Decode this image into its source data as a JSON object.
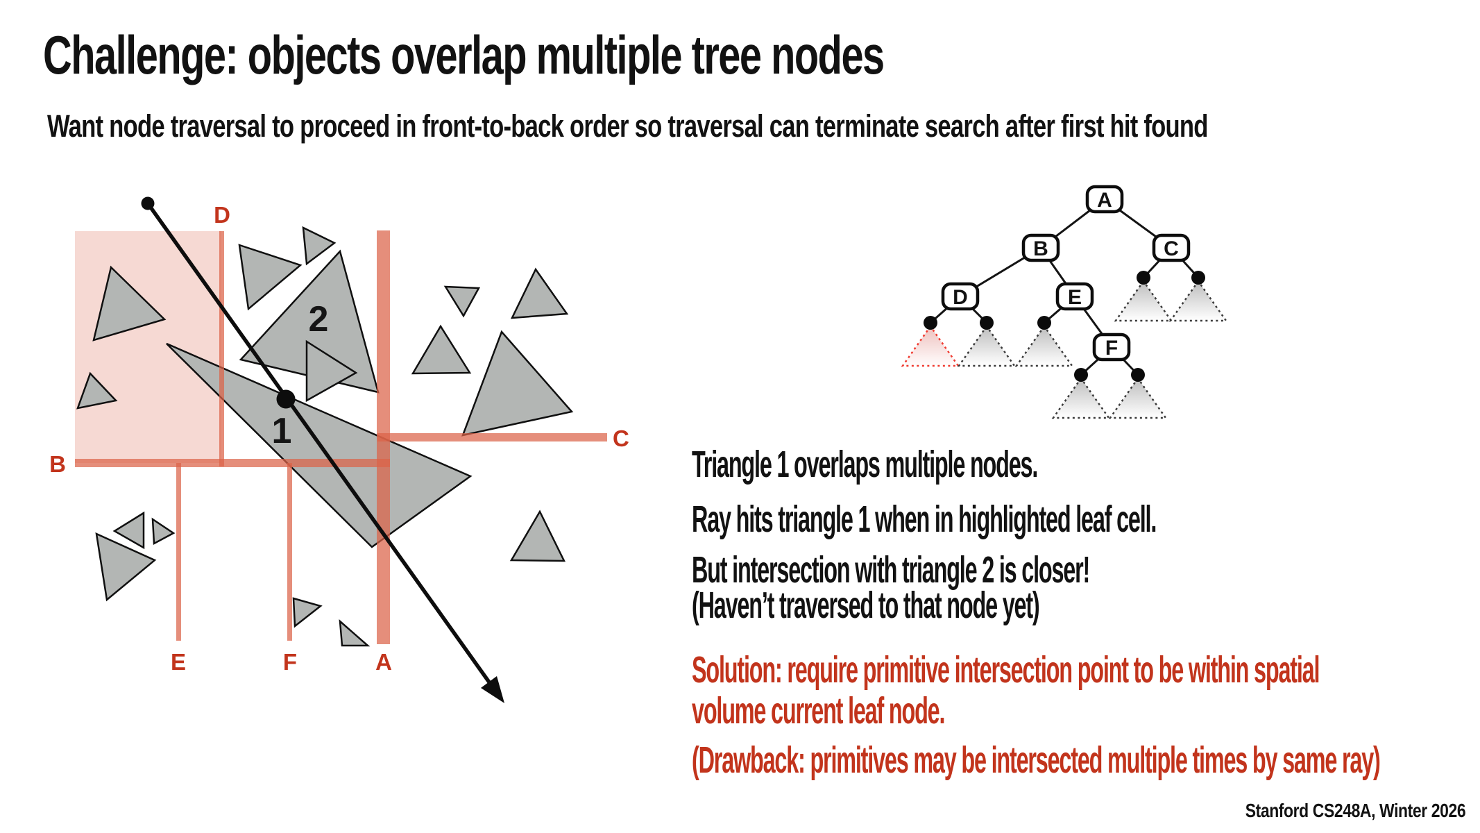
{
  "slide": {
    "title": "Challenge: objects overlap multiple tree nodes",
    "subtitle": "Want node traversal to proceed in front-to-back order so traversal can terminate search after first hit found",
    "footer": "Stanford CS248A, Winter 2026"
  },
  "colors": {
    "accent_red": "#C2341C",
    "salmon": "#DB6248",
    "tri_fill": "#B3B6B4",
    "tri_stroke": "#101010",
    "ink": "#151515",
    "leaf_red": "#F03A30",
    "leaf_gray": "#3A3A3A"
  },
  "partition": {
    "labels": {
      "a": "A",
      "b": "B",
      "c": "C",
      "d": "D",
      "e": "E",
      "f": "F"
    },
    "triangle1_label": "1",
    "triangle2_label": "2"
  },
  "tree": {
    "nodes": {
      "a": "A",
      "b": "B",
      "c": "C",
      "d": "D",
      "e": "E",
      "f": "F"
    }
  },
  "notes": {
    "line1": "Triangle 1 overlaps multiple nodes.",
    "line2": "Ray hits triangle 1 when in highlighted leaf cell.",
    "line3a": "But intersection with triangle 2 is closer!",
    "line3b": "(Haven’t traversed to that node yet)"
  },
  "solution": {
    "line1": "Solution: require primitive intersection point to be within spatial",
    "line2": "volume current leaf node.",
    "drawback": "(Drawback: primitives may be intersected multiple times by same ray)"
  }
}
